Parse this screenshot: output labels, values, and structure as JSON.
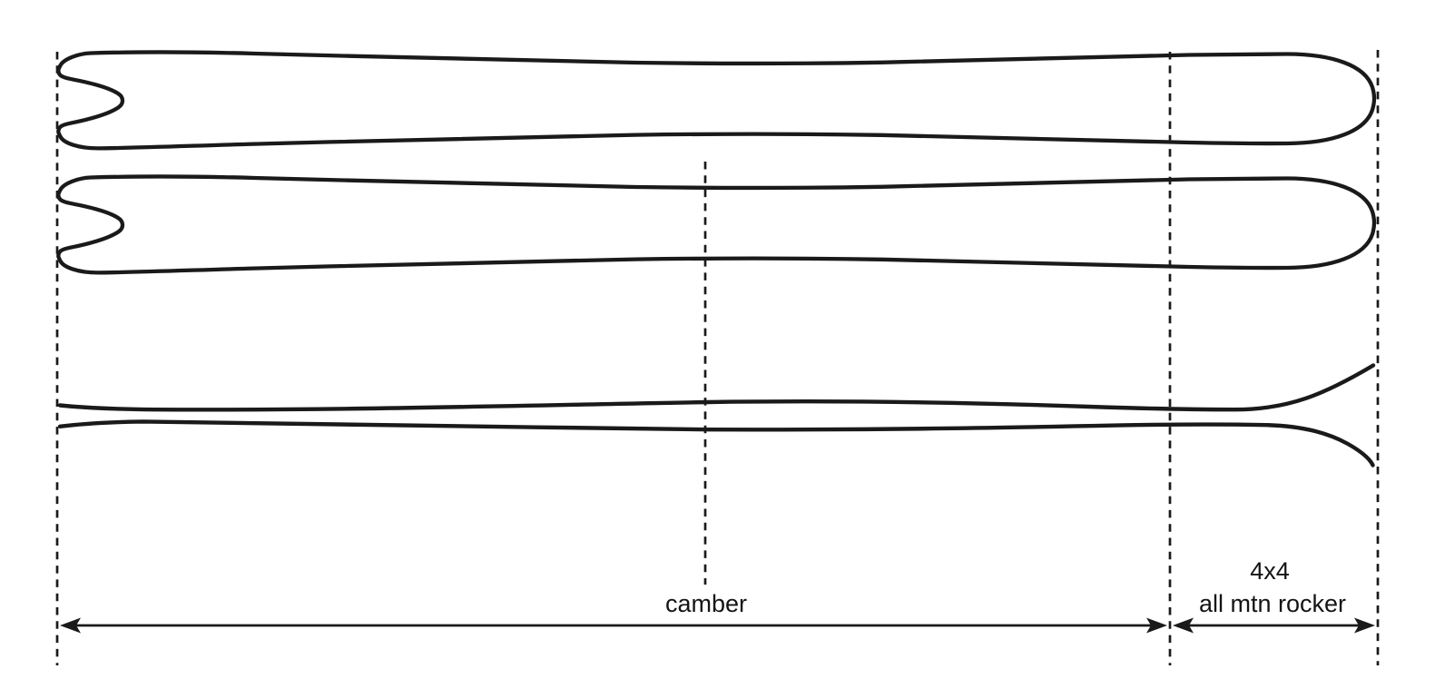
{
  "page": {
    "background_color": "#ffffff",
    "ink_color": "#1a1a1a"
  },
  "diagram": {
    "description": "ski camber and rocker profile diagram",
    "labels": {
      "camber": "camber",
      "rocker_line1": "4x4",
      "rocker_line2": "all mtn rocker"
    }
  }
}
